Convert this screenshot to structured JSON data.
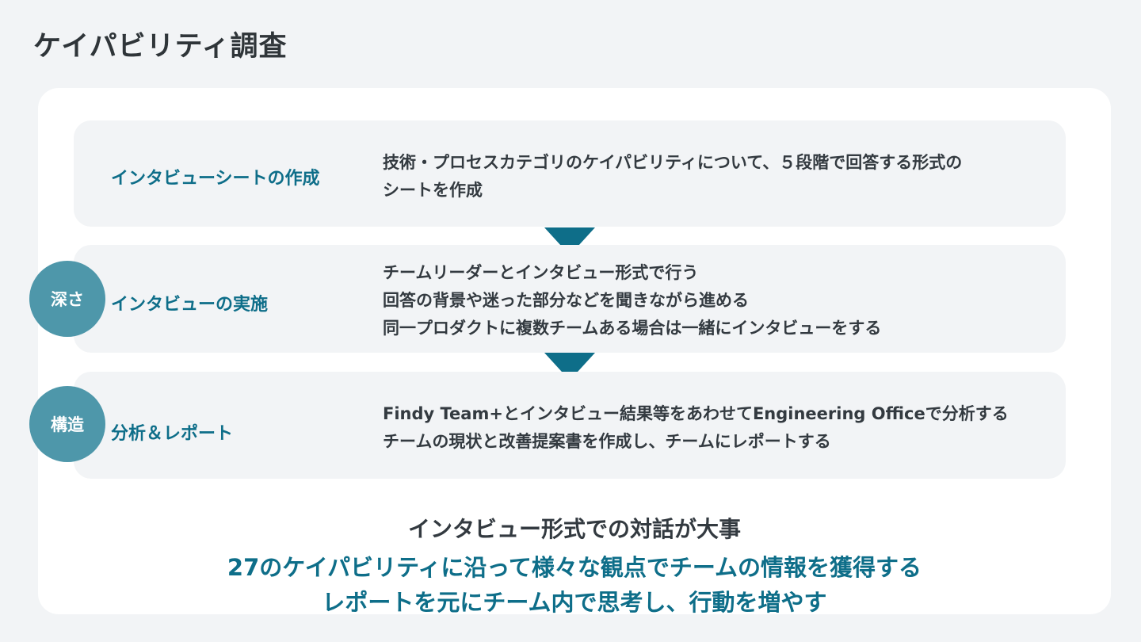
{
  "page": {
    "title": "ケイパビリティ調査"
  },
  "steps": [
    {
      "label": "インタビューシートの作成",
      "lines": [
        "技術・プロセスカテゴリのケイパビリティについて、５段階で回答する形式の",
        "シートを作成"
      ]
    },
    {
      "label": "インタビューの実施",
      "lines": [
        "チームリーダーとインタビュー形式で行う",
        "回答の背景や迷った部分などを聞きながら進める",
        "同一プロダクトに複数チームある場合は一緒にインタビューをする"
      ]
    },
    {
      "label": "分析＆レポート",
      "lines": [
        "Findy Team+とインタビュー結果等をあわせてEngineering Officeで分析する",
        "チームの現状と改善提案書を作成し、チームにレポートする"
      ]
    }
  ],
  "badges": [
    "深さ",
    "構造"
  ],
  "summary": {
    "title": "インタビュー形式での対話が大事",
    "line1": "27のケイパビリティに沿って様々な観点でチームの情報を獲得する",
    "line2": "レポートを元にチーム内で思考し、行動を増やす"
  },
  "colors": {
    "accent": "#0e6e89",
    "badge": "#4e97aa",
    "background": "#f2f4f6",
    "card": "#ffffff",
    "text": "#333a40"
  }
}
